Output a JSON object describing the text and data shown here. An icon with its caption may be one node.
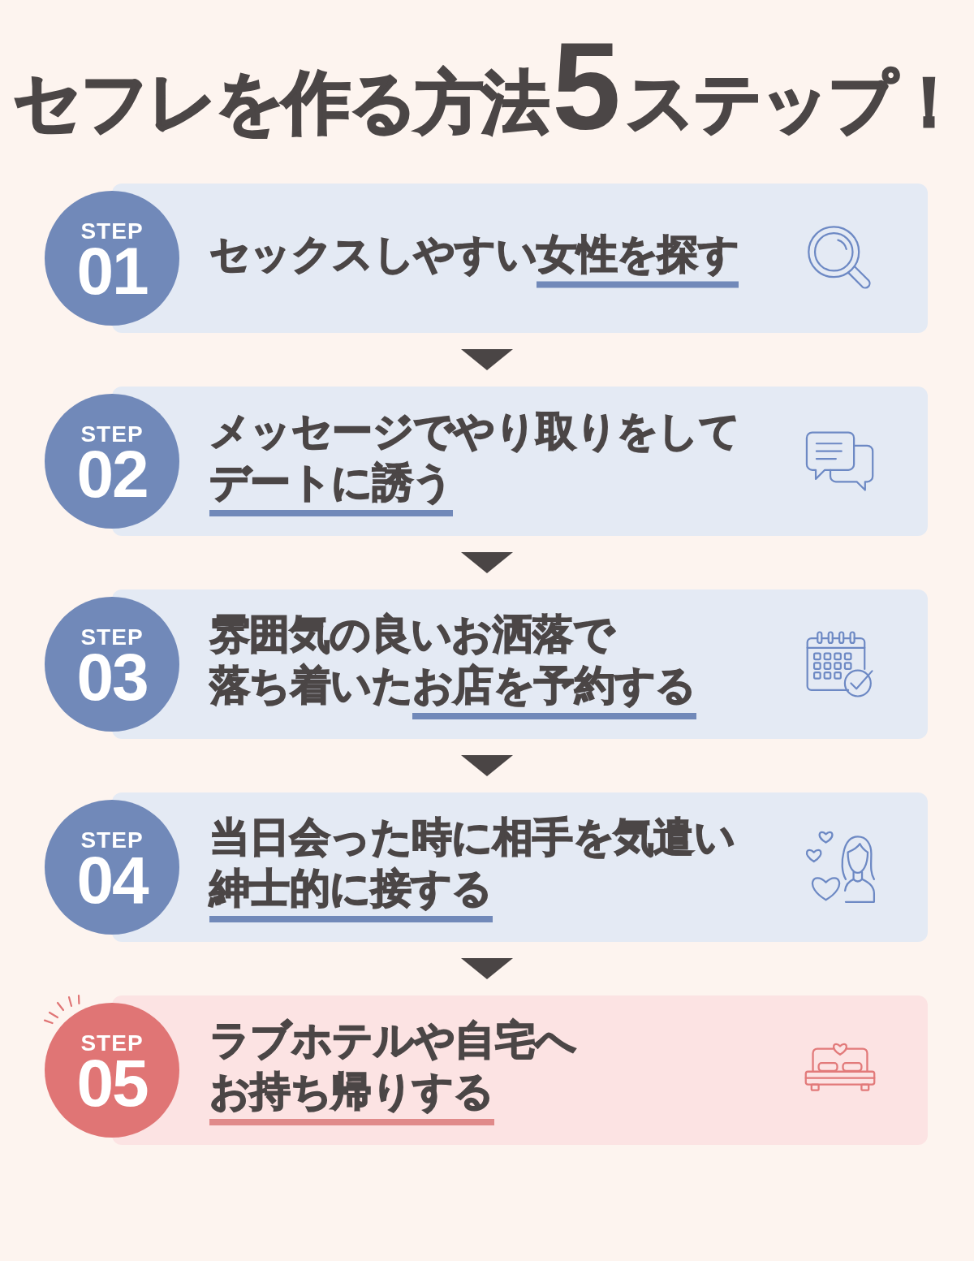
{
  "diagram": {
    "title": "セフレを作る方法**5**ステップ！",
    "nodes": [
      {
        "text": [
          "STEP",
          "01"
        ]
      },
      {
        "text": [
          "セックスしやすい**女性を探す**"
        ]
      },
      {
        "text": [
          "STEP",
          "02"
        ]
      },
      {
        "text": [
          "メッセージでやり取りをして**デートに誘う**"
        ]
      },
      {
        "text": [
          "STEP",
          "03"
        ]
      },
      {
        "text": [
          "雰囲気の良いお洒落で落ち着いた**お店を予約する**"
        ]
      },
      {
        "text": [
          "STEP",
          "04"
        ]
      },
      {
        "text": [
          "当日会った時に相手を気遣い**紳士的に接する**"
        ]
      },
      {
        "text": [
          "STEP",
          "05"
        ]
      },
      {
        "text": [
          "ラブホテルや自宅へ**お持ち帰りする**"
        ]
      }
    ],
    "edges": [
      {
        "from": 1,
        "to": 3,
        "arrow": "to"
      },
      {
        "from": 3,
        "to": 5,
        "arrow": "to"
      },
      {
        "from": 5,
        "to": 7,
        "arrow": "to"
      },
      {
        "from": 7,
        "to": 9,
        "arrow": "to"
      }
    ]
  }
}
